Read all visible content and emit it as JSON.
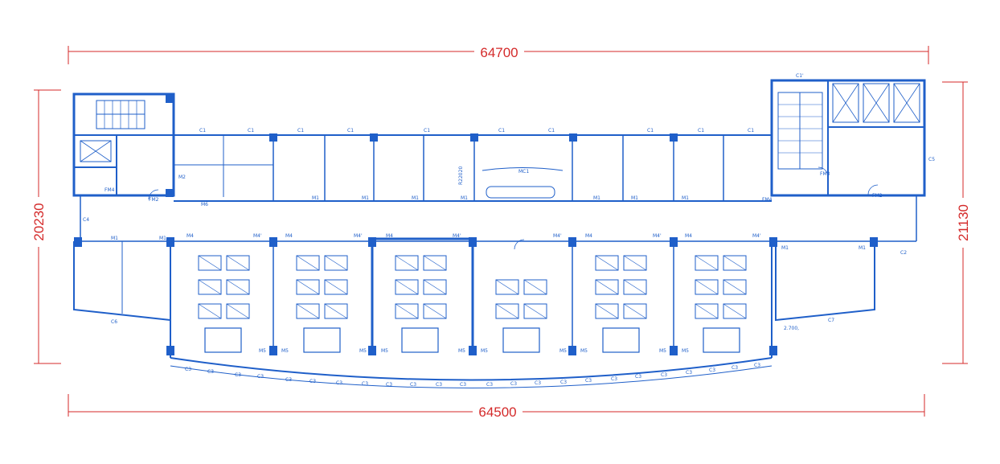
{
  "dimensions": {
    "top": "64700",
    "bottom": "64500",
    "left": "20230",
    "right": "21130"
  },
  "colors": {
    "dimension": "#d42a2a",
    "wall": "#1f5fc9",
    "background": "#ffffff"
  },
  "labels": {
    "c1": "C1",
    "c1p": "C1'",
    "c2": "C2",
    "c3": "C3",
    "c4": "C4",
    "c5": "C5",
    "c6": "C6",
    "c7": "C7",
    "m1": "M1",
    "m2": "M2",
    "m4": "M4",
    "m4p": "M4'",
    "m5": "M5",
    "m6": "M6",
    "fm2": "FM2",
    "fm3": "FM3",
    "fm4": "FM4",
    "mc1": "MC1",
    "r2": "R22020",
    "note": "2.700,"
  },
  "icons": [
    "elevator-icon",
    "stair-icon",
    "column-icon",
    "bed-icon",
    "door-swing-icon"
  ]
}
